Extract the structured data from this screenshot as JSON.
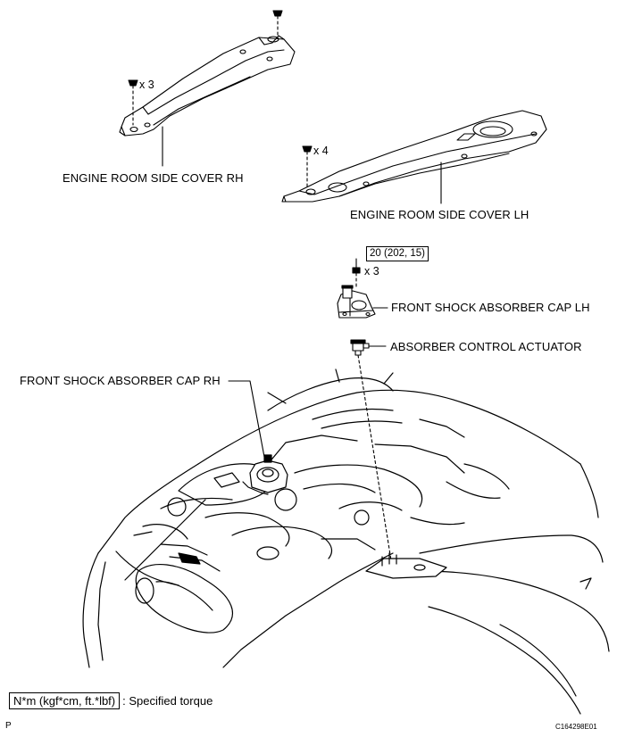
{
  "labels": {
    "engine_room_side_cover_rh": "ENGINE ROOM SIDE COVER RH",
    "engine_room_side_cover_lh": "ENGINE ROOM SIDE COVER LH",
    "front_shock_absorber_cap_lh": "FRONT SHOCK ABSORBER CAP LH",
    "absorber_control_actuator": "ABSORBER CONTROL ACTUATOR",
    "front_shock_absorber_cap_rh": "FRONT SHOCK ABSORBER CAP RH"
  },
  "quantities": {
    "rh_clips": "x 3",
    "lh_clips": "x 4",
    "cap_nuts": "x 3"
  },
  "torque": {
    "value": "20 (202, 15)"
  },
  "legend": {
    "unit_box": "N*m (kgf*cm, ft.*lbf)",
    "text": ": Specified torque"
  },
  "footer": {
    "left": "P",
    "right": "C164298E01"
  }
}
